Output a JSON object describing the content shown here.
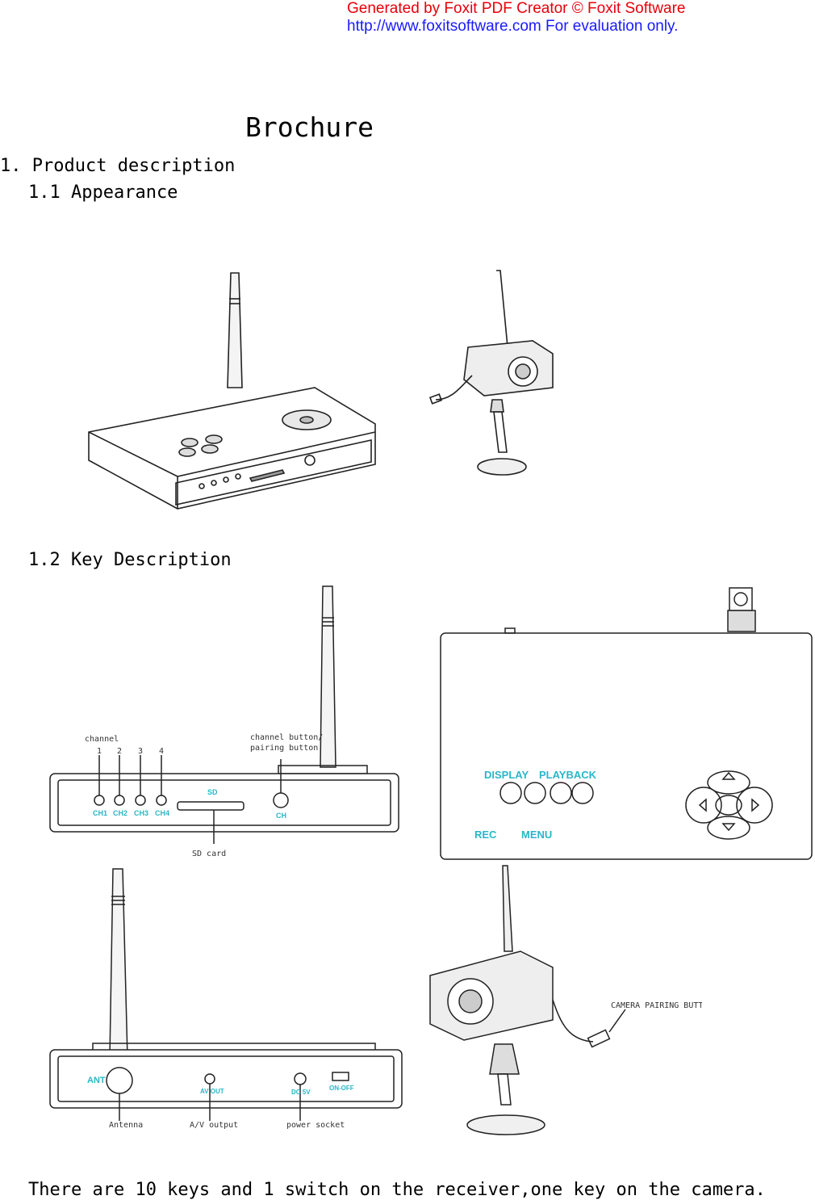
{
  "watermark": {
    "line1": "Generated by Foxit PDF Creator © Foxit Software",
    "line2": "http://www.foxitsoftware.com   For evaluation only."
  },
  "title": "Brochure",
  "section1": "1. Product description",
  "section1_1": "1.1 Appearance",
  "section1_2": "1.2 Key Description",
  "front_panel": {
    "channel_label": "channel",
    "channel_numbers": [
      "1",
      "2",
      "3",
      "4"
    ],
    "channel_button_label_1": "channel button/",
    "channel_button_label_2": "pairing button",
    "ch_leds": [
      "CH1",
      "CH2",
      "CH3",
      "CH4"
    ],
    "sd_label": "SD",
    "ch_label": "CH",
    "sd_card_label": "SD card"
  },
  "top_panel": {
    "display": "DISPLAY",
    "playback": "PLAYBACK",
    "rec": "REC",
    "menu": "MENU"
  },
  "back_panel": {
    "ant": "ANT",
    "av_out": "AV OUT",
    "dc": "DC 5V",
    "on_off": "ON-OFF",
    "antenna_label": "Antenna",
    "av_output_label": "A/V output",
    "power_socket_label": "power socket"
  },
  "camera_label": "CAMERA PAIRING BUTTON",
  "footer_text": "There are 10 keys and 1 switch on the receiver,one key on the camera."
}
